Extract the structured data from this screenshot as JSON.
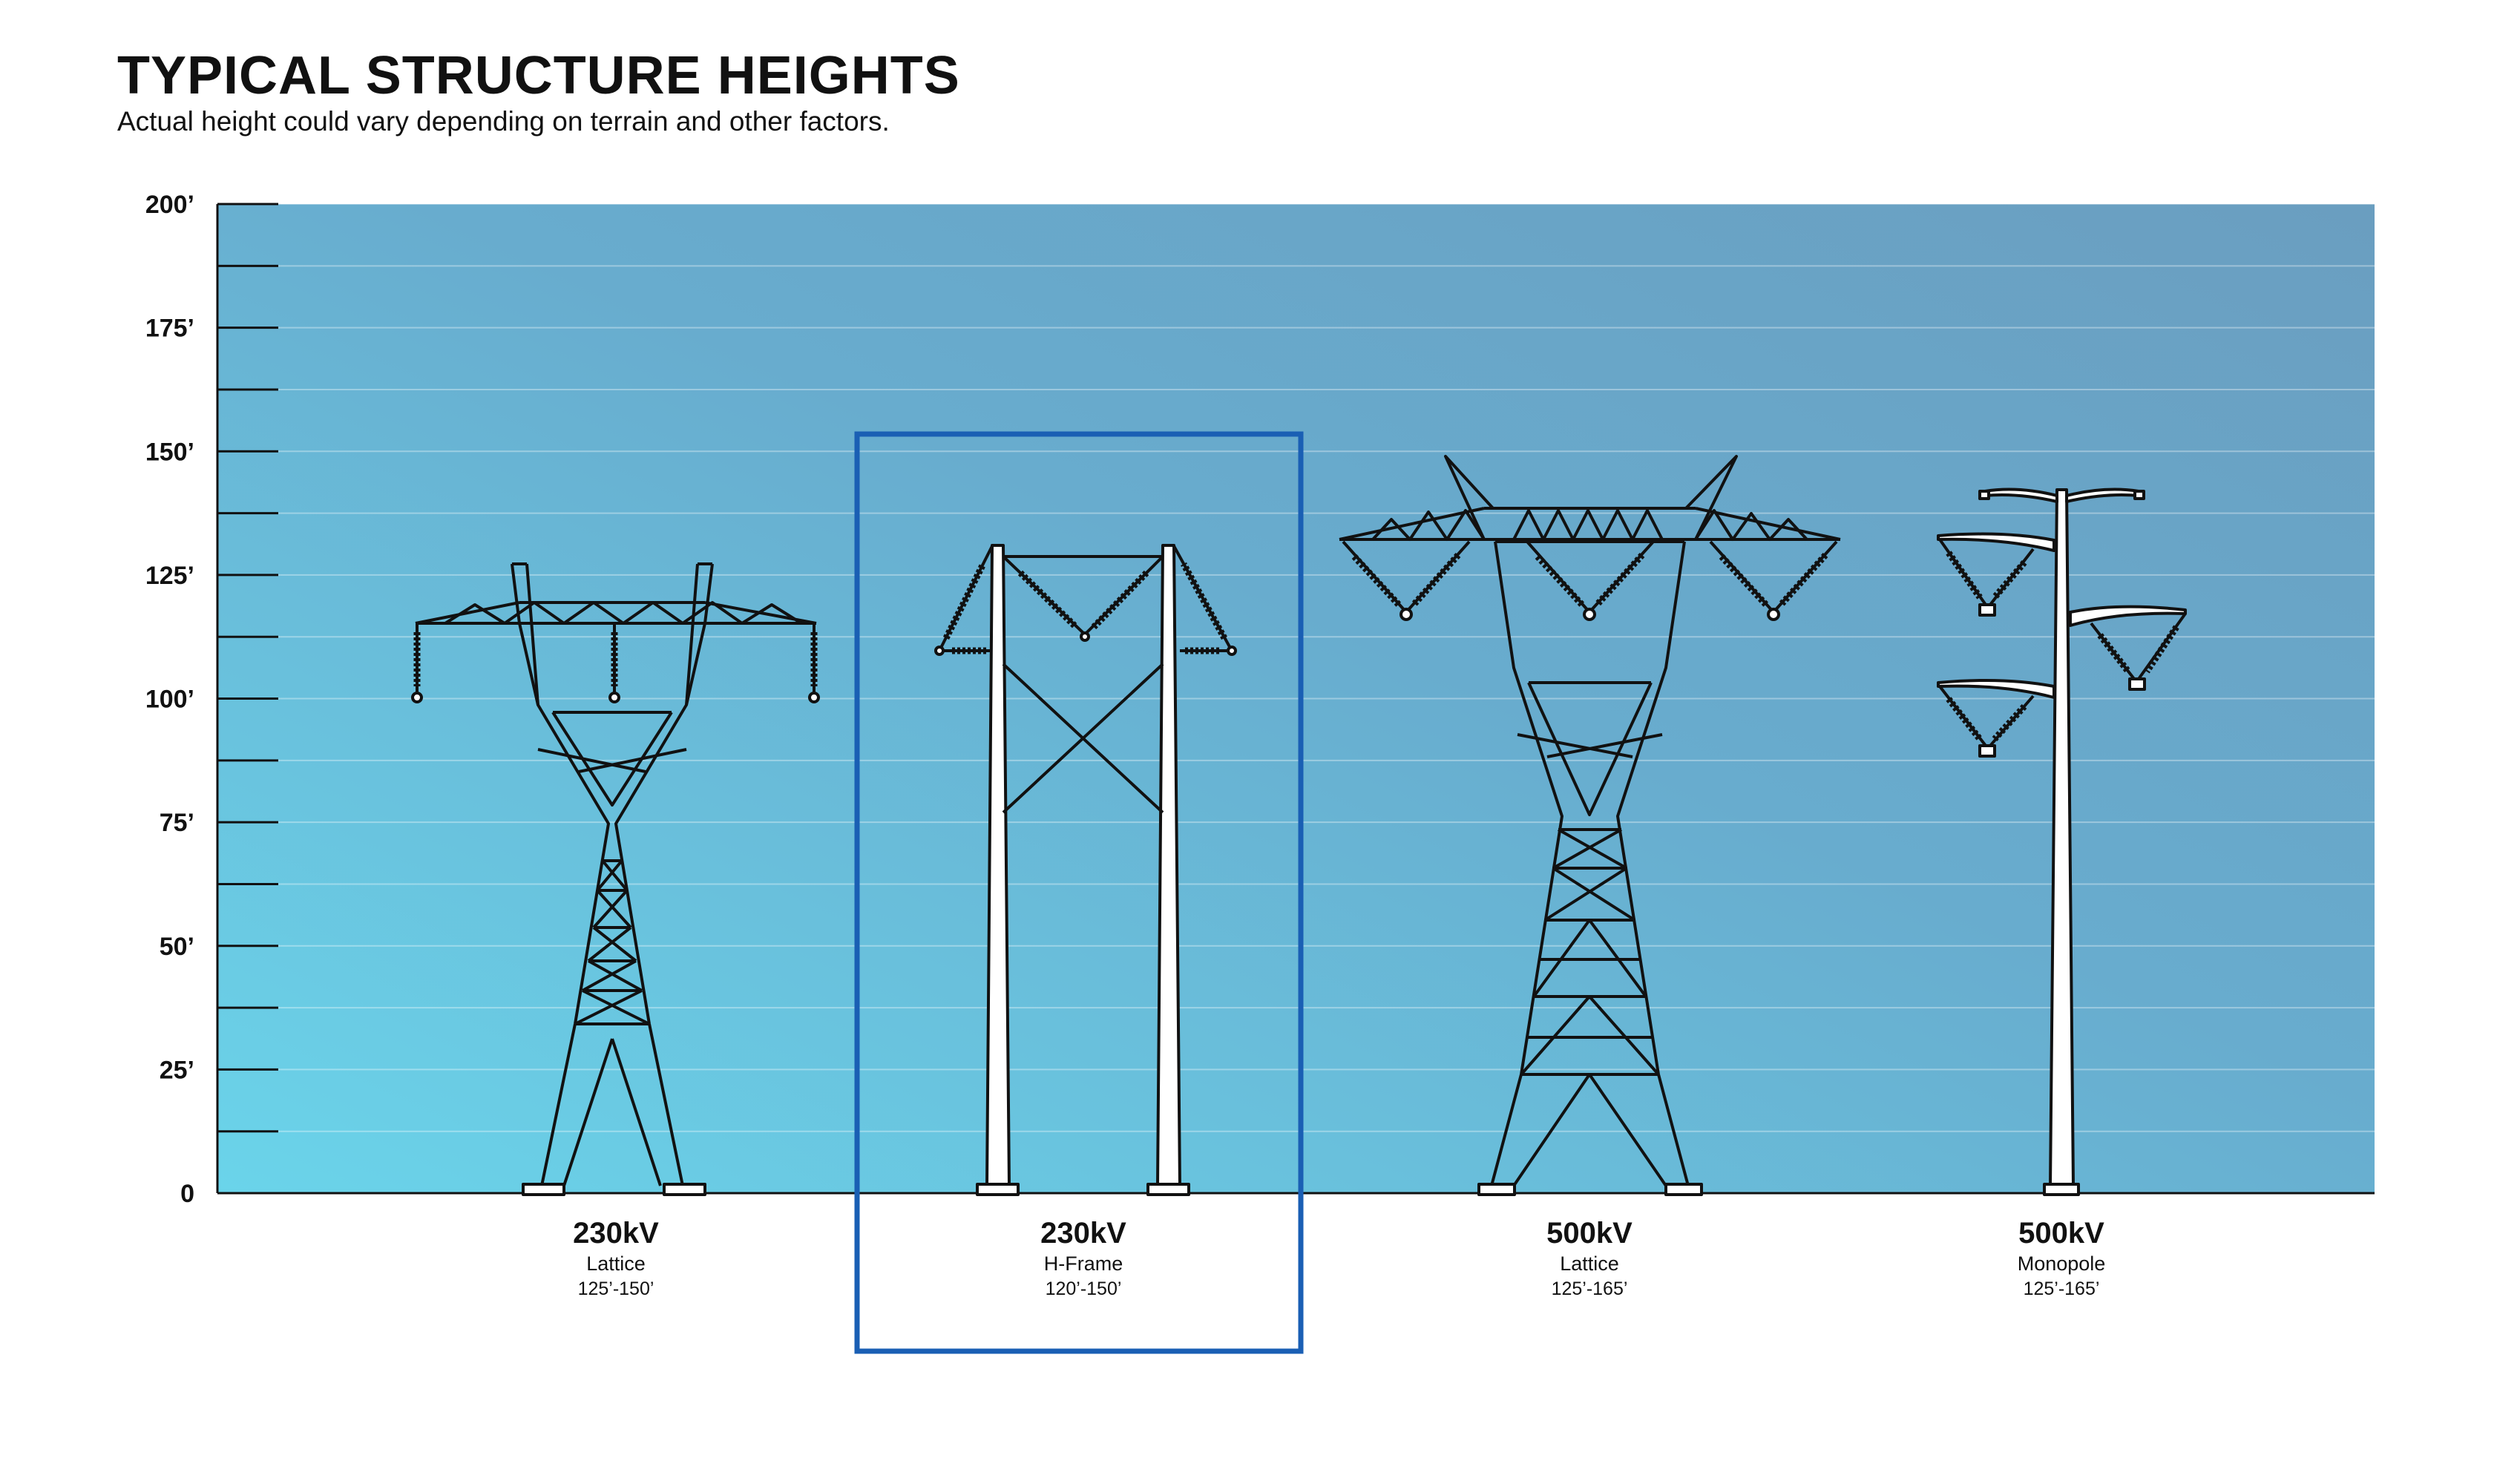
{
  "title": "TYPICAL STRUCTURE HEIGHTS",
  "subtitle": "Actual height could vary depending on terrain and other factors.",
  "axis": {
    "unit": "feet",
    "range": [
      0,
      200
    ],
    "labels": [
      {
        "value": 0,
        "text": "0"
      },
      {
        "value": 25,
        "text": "25’"
      },
      {
        "value": 50,
        "text": "50’"
      },
      {
        "value": 75,
        "text": "75’"
      },
      {
        "value": 100,
        "text": "100’"
      },
      {
        "value": 125,
        "text": "125’"
      },
      {
        "value": 150,
        "text": "150’"
      },
      {
        "value": 175,
        "text": "175’"
      },
      {
        "value": 200,
        "text": "200’"
      }
    ],
    "minor_tick_step": 12.5
  },
  "colors": {
    "gradient_left": "#6ad4ea",
    "gradient_right": "#6a9fc0",
    "highlight_box": "#1a5fb4",
    "structure_stroke": "#111111",
    "structure_fill": "#ffffff"
  },
  "structures": [
    {
      "id": "lattice-230",
      "voltage": "230kV",
      "type": "Lattice",
      "range": "125’-150’",
      "drawn_height_ft": 128,
      "highlighted": false
    },
    {
      "id": "hframe-230",
      "voltage": "230kV",
      "type": "H-Frame",
      "range": "120’-150’",
      "drawn_height_ft": 131,
      "highlighted": true
    },
    {
      "id": "lattice-500",
      "voltage": "500kV",
      "type": "Lattice",
      "range": "125’-165’",
      "drawn_height_ft": 149,
      "highlighted": false
    },
    {
      "id": "monopole-500",
      "voltage": "500kV",
      "type": "Monopole",
      "range": "125’-165’",
      "drawn_height_ft": 142,
      "highlighted": false
    }
  ]
}
